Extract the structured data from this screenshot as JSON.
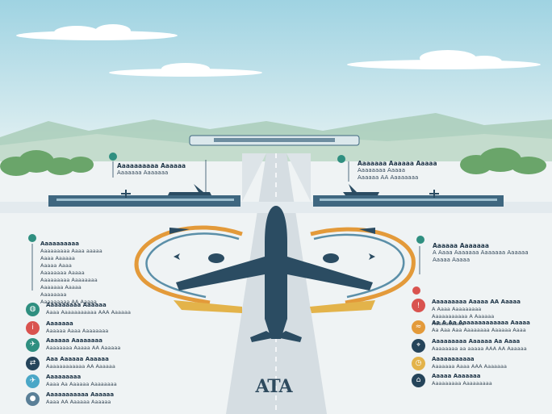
{
  "colors": {
    "sky_top": "#9fd3e2",
    "sky_bottom": "#e3f1f3",
    "hills": "#a9cdb8",
    "trees": "#6aa56a",
    "terminal": "#3f6780",
    "aircraft": "#2b4c62",
    "taxi_orange": "#e39a3a",
    "taxi_blue": "#5b8fa8",
    "runway": "#d5dde2"
  },
  "callouts": {
    "top_left": {
      "title": "Aaaaaaaaaa Aaaaaa",
      "line": "Aaaaaaa Aaaaaaa"
    },
    "top_right": {
      "title": "Aaaaaaa Aaaaaa Aaaaa",
      "line1": "Aaaaaaaa Aaaaa",
      "line2": "Aaaaaa AA Aaaaaaaa"
    },
    "mid_left": {
      "title": "Aaaaaaaaaa",
      "lines": [
        "Aaaaaaaaa Aaaa aaaaa",
        "Aaaa Aaaaaa",
        "Aaaaa Aaaa",
        "Aaaaaaaa Aaaaa",
        "Aaaaaaaaa Aaaaaaaa",
        "Aaaaaaa Aaaaa",
        "Aaaaaaaa",
        "Aaaaaaaaa AA Aaaaa"
      ]
    },
    "mid_right": {
      "title": "Aaaaaa Aaaaaaa",
      "line1": "A Aaaa Aaaaaaa Aaaaaaa Aaaaaa",
      "line2": "Aaaaa Aaaaa"
    }
  },
  "left_items": [
    {
      "icon": "globe-icon",
      "color": "#2f8f80",
      "title": "Aaaaaaaaa Aaaaaa",
      "line": "Aaaa Aaaaaaaaaaa AAA Aaaaaa"
    },
    {
      "icon": "info-icon",
      "color": "#d9534f",
      "title": "Aaaaaaa",
      "line": "Aaaaaa Aaaa Aaaaaaaa"
    },
    {
      "icon": "plane-icon",
      "color": "#2f8f80",
      "title": "Aaaaaa Aaaaaaaa",
      "line": "Aaaaaaaa Aaaaa AA Aaaaaa"
    },
    {
      "icon": "ticket-icon",
      "color": "#25445a",
      "title": "Aaa Aaaaaa Aaaaaa",
      "line": "Aaaaaaaaaaaa AA Aaaaaa"
    },
    {
      "icon": "bag-icon",
      "color": "#4aa7c7",
      "title": "Aaaaaaaaa",
      "line": "Aaaa Aa Aaaaaa Aaaaaaaa"
    },
    {
      "icon": "person-icon",
      "color": "#5a7f97",
      "title": "Aaaaaaaaaaa Aaaaaa",
      "line": "Aaaa AA Aaaaaa Aaaaaa"
    }
  ],
  "right_items": [
    {
      "icon": "alert-icon",
      "color": "#d9534f",
      "title": "Aaaaaaaaa Aaaaa AA Aaaaa",
      "line": "A Aaaa Aaaaaaaaa",
      "line2": "Aaaaaaaaaaa A Aaaaaa",
      "line3": "Aaaaaaaaaa"
    },
    {
      "icon": "wifi-icon",
      "color": "#e39a3a",
      "title": "Aa A Aa Aaaaaaaaaaaaa Aaaaa",
      "line": "Aa Aaa Aaa Aaaaaaaa Aaaaaa Aaaa",
      "line2": "",
      "line3": ""
    },
    {
      "icon": "map-icon",
      "color": "#25445a",
      "title": "Aaaaaaaaa Aaaaaa Aa Aaaa",
      "line": "Aaaaaaaa aa aaaaa AAA AA Aaaaaa",
      "line2": "",
      "line3": ""
    },
    {
      "icon": "clock-icon",
      "color": "#e3b34a",
      "title": "Aaaaaaaaaaa",
      "line": "Aaaaaaa Aaaa AAA Aaaaaaa",
      "line2": "",
      "line3": ""
    },
    {
      "icon": "suitcase-icon",
      "color": "#25445a",
      "title": "Aaaaa Aaaaaaa",
      "line": "Aaaaaaaaa Aaaaaaaaa",
      "line2": "",
      "line3": ""
    }
  ],
  "logo_text": "ATA"
}
